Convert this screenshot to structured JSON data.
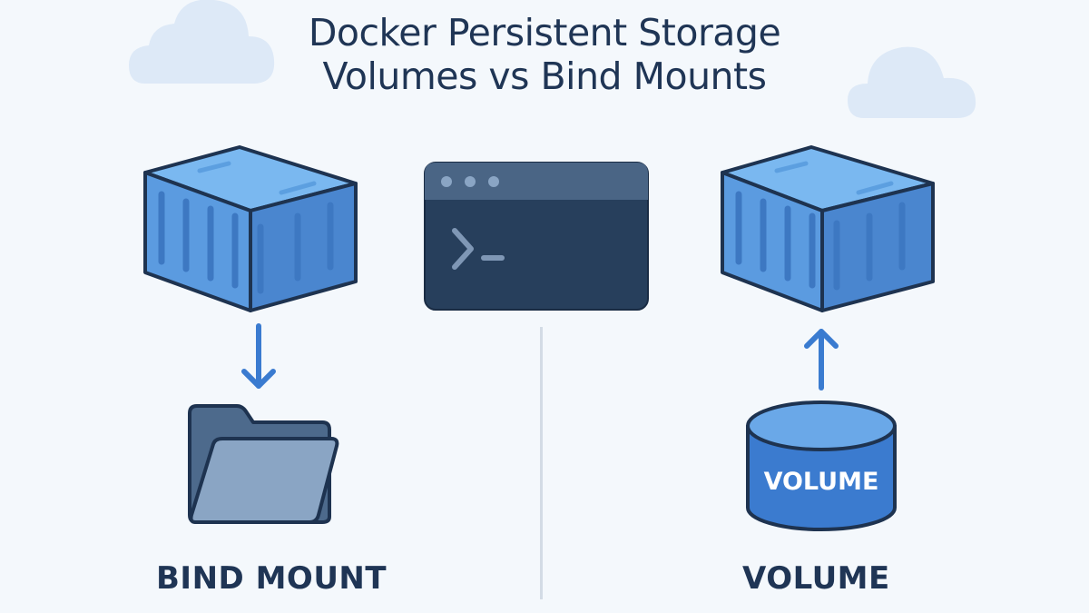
{
  "title": {
    "line1": "Docker Persistent Storage",
    "line2": "Volumes vs Bind Mounts"
  },
  "left": {
    "label": "BIND MOUNT",
    "icons": [
      "container-icon",
      "arrow-down-icon",
      "folder-icon"
    ],
    "arrow_direction": "down"
  },
  "center": {
    "icon": "terminal-icon",
    "prompt": ">_"
  },
  "right": {
    "label": "VOLUME",
    "icons": [
      "container-icon",
      "arrow-up-icon",
      "volume-cylinder-icon"
    ],
    "arrow_direction": "up",
    "cylinder_text": "VOLUME"
  },
  "colors": {
    "background": "#f4f8fc",
    "text": "#1f3555",
    "container_front": "#5b9be0",
    "container_top": "#7ab8f0",
    "container_side": "#4a86cf",
    "outline": "#1e3350",
    "arrow": "#3a7bd0",
    "terminal_body": "#273f5c",
    "terminal_bar": "#4a6585",
    "folder_back": "#4d6a8c",
    "folder_front": "#8aa5c4",
    "cylinder_body": "#3b7bcf",
    "cylinder_top": "#6aa8e8",
    "cloud": "#dde9f7",
    "divider": "#d3dbe5"
  }
}
